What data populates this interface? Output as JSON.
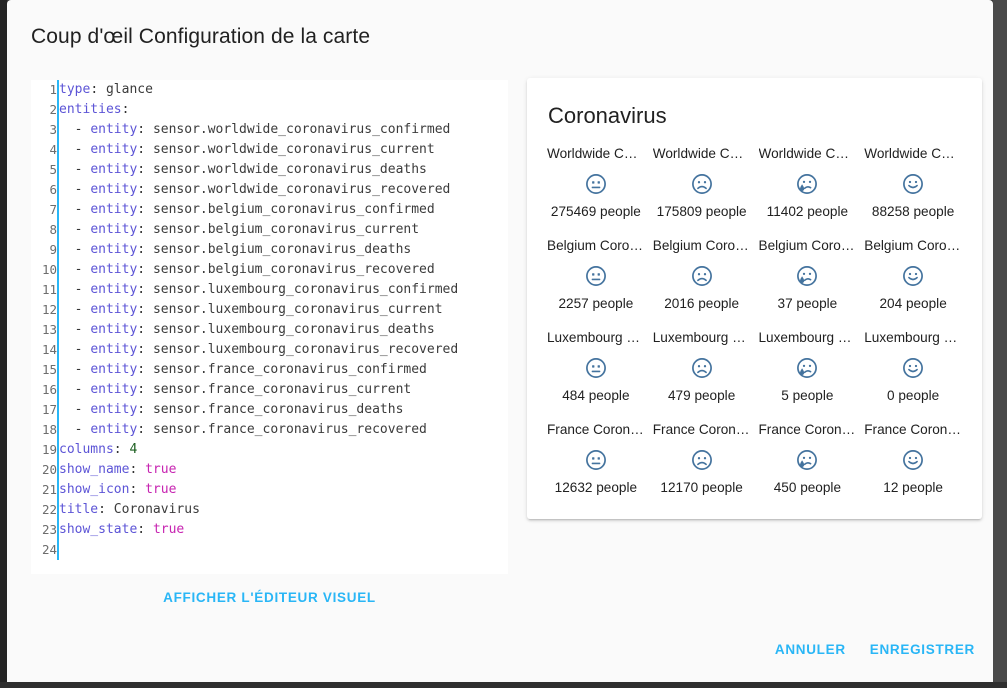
{
  "dialog": {
    "title": "Coup d'œil Configuration de la carte",
    "visual_editor_label": "AFFICHER L'ÉDITEUR VISUEL",
    "cancel_label": "ANNULER",
    "save_label": "ENREGISTRER",
    "accent_color": "#29b6f6"
  },
  "editor": {
    "lines": [
      {
        "n": "1",
        "tokens": [
          {
            "t": "type",
            "c": "k"
          },
          {
            "t": ": ",
            "c": "p"
          },
          {
            "t": "glance",
            "c": "s"
          }
        ]
      },
      {
        "n": "2",
        "tokens": [
          {
            "t": "entities",
            "c": "k"
          },
          {
            "t": ":",
            "c": "p"
          }
        ]
      },
      {
        "n": "3",
        "tokens": [
          {
            "t": "  - ",
            "c": "d"
          },
          {
            "t": "entity",
            "c": "k"
          },
          {
            "t": ": ",
            "c": "p"
          },
          {
            "t": "sensor.worldwide_coronavirus_confirmed",
            "c": "s"
          }
        ]
      },
      {
        "n": "4",
        "tokens": [
          {
            "t": "  - ",
            "c": "d"
          },
          {
            "t": "entity",
            "c": "k"
          },
          {
            "t": ": ",
            "c": "p"
          },
          {
            "t": "sensor.worldwide_coronavirus_current",
            "c": "s"
          }
        ]
      },
      {
        "n": "5",
        "tokens": [
          {
            "t": "  - ",
            "c": "d"
          },
          {
            "t": "entity",
            "c": "k"
          },
          {
            "t": ": ",
            "c": "p"
          },
          {
            "t": "sensor.worldwide_coronavirus_deaths",
            "c": "s"
          }
        ]
      },
      {
        "n": "6",
        "tokens": [
          {
            "t": "  - ",
            "c": "d"
          },
          {
            "t": "entity",
            "c": "k"
          },
          {
            "t": ": ",
            "c": "p"
          },
          {
            "t": "sensor.worldwide_coronavirus_recovered",
            "c": "s"
          }
        ]
      },
      {
        "n": "7",
        "tokens": [
          {
            "t": "  - ",
            "c": "d"
          },
          {
            "t": "entity",
            "c": "k"
          },
          {
            "t": ": ",
            "c": "p"
          },
          {
            "t": "sensor.belgium_coronavirus_confirmed",
            "c": "s"
          }
        ]
      },
      {
        "n": "8",
        "tokens": [
          {
            "t": "  - ",
            "c": "d"
          },
          {
            "t": "entity",
            "c": "k"
          },
          {
            "t": ": ",
            "c": "p"
          },
          {
            "t": "sensor.belgium_coronavirus_current",
            "c": "s"
          }
        ]
      },
      {
        "n": "9",
        "tokens": [
          {
            "t": "  - ",
            "c": "d"
          },
          {
            "t": "entity",
            "c": "k"
          },
          {
            "t": ": ",
            "c": "p"
          },
          {
            "t": "sensor.belgium_coronavirus_deaths",
            "c": "s"
          }
        ]
      },
      {
        "n": "10",
        "tokens": [
          {
            "t": "  - ",
            "c": "d"
          },
          {
            "t": "entity",
            "c": "k"
          },
          {
            "t": ": ",
            "c": "p"
          },
          {
            "t": "sensor.belgium_coronavirus_recovered",
            "c": "s"
          }
        ]
      },
      {
        "n": "11",
        "tokens": [
          {
            "t": "  - ",
            "c": "d"
          },
          {
            "t": "entity",
            "c": "k"
          },
          {
            "t": ": ",
            "c": "p"
          },
          {
            "t": "sensor.luxembourg_coronavirus_confirmed",
            "c": "s"
          }
        ]
      },
      {
        "n": "12",
        "tokens": [
          {
            "t": "  - ",
            "c": "d"
          },
          {
            "t": "entity",
            "c": "k"
          },
          {
            "t": ": ",
            "c": "p"
          },
          {
            "t": "sensor.luxembourg_coronavirus_current",
            "c": "s"
          }
        ]
      },
      {
        "n": "13",
        "tokens": [
          {
            "t": "  - ",
            "c": "d"
          },
          {
            "t": "entity",
            "c": "k"
          },
          {
            "t": ": ",
            "c": "p"
          },
          {
            "t": "sensor.luxembourg_coronavirus_deaths",
            "c": "s"
          }
        ]
      },
      {
        "n": "14",
        "tokens": [
          {
            "t": "  - ",
            "c": "d"
          },
          {
            "t": "entity",
            "c": "k"
          },
          {
            "t": ": ",
            "c": "p"
          },
          {
            "t": "sensor.luxembourg_coronavirus_recovered",
            "c": "s"
          }
        ]
      },
      {
        "n": "15",
        "tokens": [
          {
            "t": "  - ",
            "c": "d"
          },
          {
            "t": "entity",
            "c": "k"
          },
          {
            "t": ": ",
            "c": "p"
          },
          {
            "t": "sensor.france_coronavirus_confirmed",
            "c": "s"
          }
        ]
      },
      {
        "n": "16",
        "tokens": [
          {
            "t": "  - ",
            "c": "d"
          },
          {
            "t": "entity",
            "c": "k"
          },
          {
            "t": ": ",
            "c": "p"
          },
          {
            "t": "sensor.france_coronavirus_current",
            "c": "s"
          }
        ]
      },
      {
        "n": "17",
        "tokens": [
          {
            "t": "  - ",
            "c": "d"
          },
          {
            "t": "entity",
            "c": "k"
          },
          {
            "t": ": ",
            "c": "p"
          },
          {
            "t": "sensor.france_coronavirus_deaths",
            "c": "s"
          }
        ]
      },
      {
        "n": "18",
        "tokens": [
          {
            "t": "  - ",
            "c": "d"
          },
          {
            "t": "entity",
            "c": "k"
          },
          {
            "t": ": ",
            "c": "p"
          },
          {
            "t": "sensor.france_coronavirus_recovered",
            "c": "s"
          }
        ]
      },
      {
        "n": "19",
        "tokens": [
          {
            "t": "columns",
            "c": "k"
          },
          {
            "t": ": ",
            "c": "p"
          },
          {
            "t": "4",
            "c": "n"
          }
        ]
      },
      {
        "n": "20",
        "tokens": [
          {
            "t": "show_name",
            "c": "k"
          },
          {
            "t": ": ",
            "c": "p"
          },
          {
            "t": "true",
            "c": "b"
          }
        ]
      },
      {
        "n": "21",
        "tokens": [
          {
            "t": "show_icon",
            "c": "k"
          },
          {
            "t": ": ",
            "c": "p"
          },
          {
            "t": "true",
            "c": "b"
          }
        ]
      },
      {
        "n": "22",
        "tokens": [
          {
            "t": "title",
            "c": "k"
          },
          {
            "t": ": ",
            "c": "p"
          },
          {
            "t": "Coronavirus",
            "c": "s"
          }
        ]
      },
      {
        "n": "23",
        "tokens": [
          {
            "t": "show_state",
            "c": "k"
          },
          {
            "t": ": ",
            "c": "p"
          },
          {
            "t": "true",
            "c": "b"
          }
        ]
      },
      {
        "n": "24",
        "tokens": []
      }
    ]
  },
  "preview": {
    "card_title": "Coronavirus",
    "columns": 4,
    "icon_color": "#44739e",
    "entities": [
      {
        "name": "Worldwide Cor…",
        "icon": "neutral-face-icon",
        "state": "275469 people"
      },
      {
        "name": "Worldwide Cor…",
        "icon": "frowning-face-icon",
        "state": "175809 people"
      },
      {
        "name": "Worldwide Cor…",
        "icon": "crying-face-icon",
        "state": "11402 people"
      },
      {
        "name": "Worldwide Cor…",
        "icon": "smiling-face-icon",
        "state": "88258 people"
      },
      {
        "name": "Belgium Coron…",
        "icon": "neutral-face-icon",
        "state": "2257 people"
      },
      {
        "name": "Belgium Coron…",
        "icon": "frowning-face-icon",
        "state": "2016 people"
      },
      {
        "name": "Belgium Coron…",
        "icon": "crying-face-icon",
        "state": "37 people"
      },
      {
        "name": "Belgium Coron…",
        "icon": "smiling-face-icon",
        "state": "204 people"
      },
      {
        "name": "Luxembourg C…",
        "icon": "neutral-face-icon",
        "state": "484 people"
      },
      {
        "name": "Luxembourg C…",
        "icon": "frowning-face-icon",
        "state": "479 people"
      },
      {
        "name": "Luxembourg C…",
        "icon": "crying-face-icon",
        "state": "5 people"
      },
      {
        "name": "Luxembourg C…",
        "icon": "smiling-face-icon",
        "state": "0 people"
      },
      {
        "name": "France Corona…",
        "icon": "neutral-face-icon",
        "state": "12632 people"
      },
      {
        "name": "France Corona…",
        "icon": "frowning-face-icon",
        "state": "12170 people"
      },
      {
        "name": "France Corona…",
        "icon": "crying-face-icon",
        "state": "450 people"
      },
      {
        "name": "France Corona…",
        "icon": "smiling-face-icon",
        "state": "12 people"
      }
    ]
  }
}
